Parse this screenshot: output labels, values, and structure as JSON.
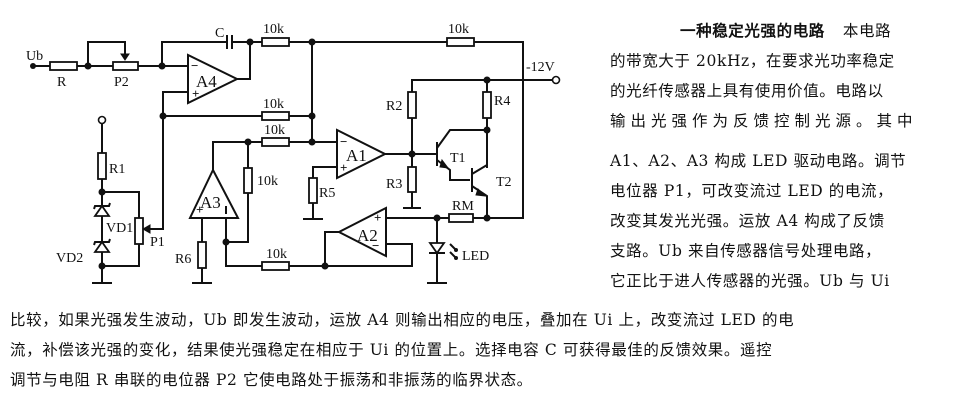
{
  "circuit": {
    "labels": {
      "ub": "Ub",
      "r": "R",
      "p2": "P2",
      "c": "C",
      "res_top_left": "10k",
      "res_top_right": "10k",
      "res_mid_1": "10k",
      "res_mid_2": "10k",
      "res_a3_feedback": "10k",
      "res_bottom": "10k",
      "v_supply": "-12V",
      "r1": "R1",
      "r2": "R2",
      "r3": "R3",
      "r4": "R4",
      "r5": "R5",
      "r6": "R6",
      "rm": "RM",
      "vd1": "VD1",
      "vd2": "VD2",
      "p1": "P1",
      "t1": "T1",
      "t2": "T2",
      "led": "LED",
      "a1": "A1",
      "a2": "A2",
      "a3": "A3",
      "a4": "A4",
      "plus": "+",
      "minus": "−"
    }
  },
  "article": {
    "title": "一种稳定光强的电路",
    "lines": [
      "本电路",
      "的带宽大于 20kHz，在要求光功率稳定",
      "的光纤传感器上具有使用价值。电路以",
      "输出光强作为反馈控制光源。其中",
      "A1、A2、A3 构成 LED 驱动电路。调节",
      "电位器 P1，可改变流过 LED 的电流，",
      "改变其发光光强。运放 A4 构成了反馈",
      "支路。Ub 来自传感器信号处理电路，",
      "它正比于进人传感器的光强。Ub 与 Ui",
      "比较，如果光强发生波动，Ub 即发生波动，运放 A4 则输出相应的电压，叠加在 Ui 上，改变流过 LED 的电",
      "流，补偿该光强的变化，结果使光强稳定在相应于 Ui 的位置上。选择电容 C 可获得最佳的反馈效果。遥控",
      "调节与电阻 R 串联的电位器 P2 它使电路处于振荡和非振荡的临界状态。"
    ]
  }
}
